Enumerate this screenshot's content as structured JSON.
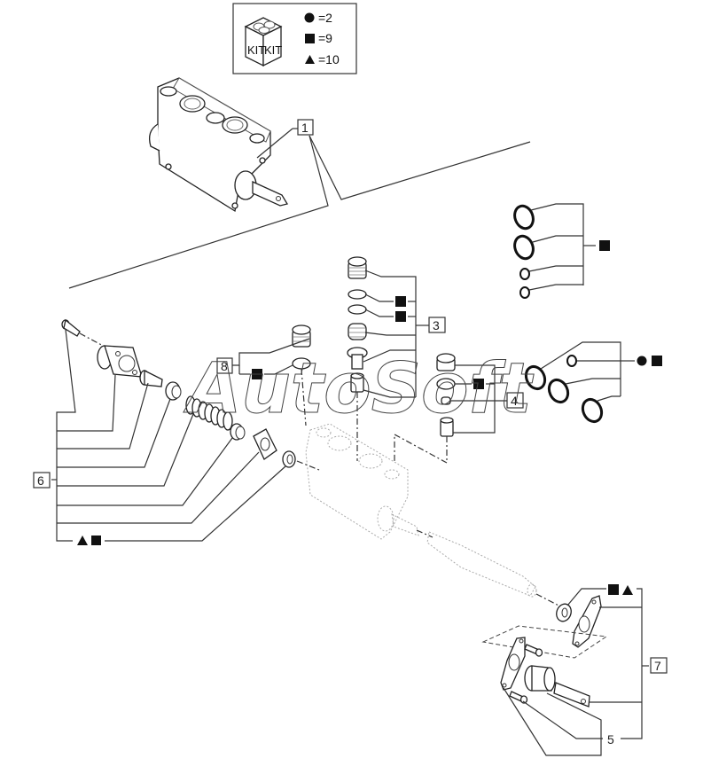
{
  "kit_legend": {
    "items": [
      {
        "symbol": "circle",
        "label": "=2"
      },
      {
        "symbol": "square",
        "label": "=9"
      },
      {
        "symbol": "triangle",
        "label": "=10"
      }
    ],
    "box_text_left": "KIT",
    "box_text_right": "KIT"
  },
  "callouts": {
    "c1": "1",
    "c3": "3",
    "c4": "4",
    "c5": "5",
    "c6": "6",
    "c7": "7",
    "c8": "8"
  },
  "watermark": "AutoSoft",
  "kit_markers": {
    "top_right_orings": [
      "square"
    ],
    "right_orings": [
      "circle",
      "square"
    ],
    "item3_seal_a": [
      "square"
    ],
    "item3_seal_b": [
      "square"
    ],
    "item8_seal": [
      "square"
    ],
    "item4_seal": [
      "square"
    ],
    "item6_bottom": [
      "triangle",
      "square"
    ],
    "item7_top": [
      "square",
      "triangle"
    ]
  }
}
